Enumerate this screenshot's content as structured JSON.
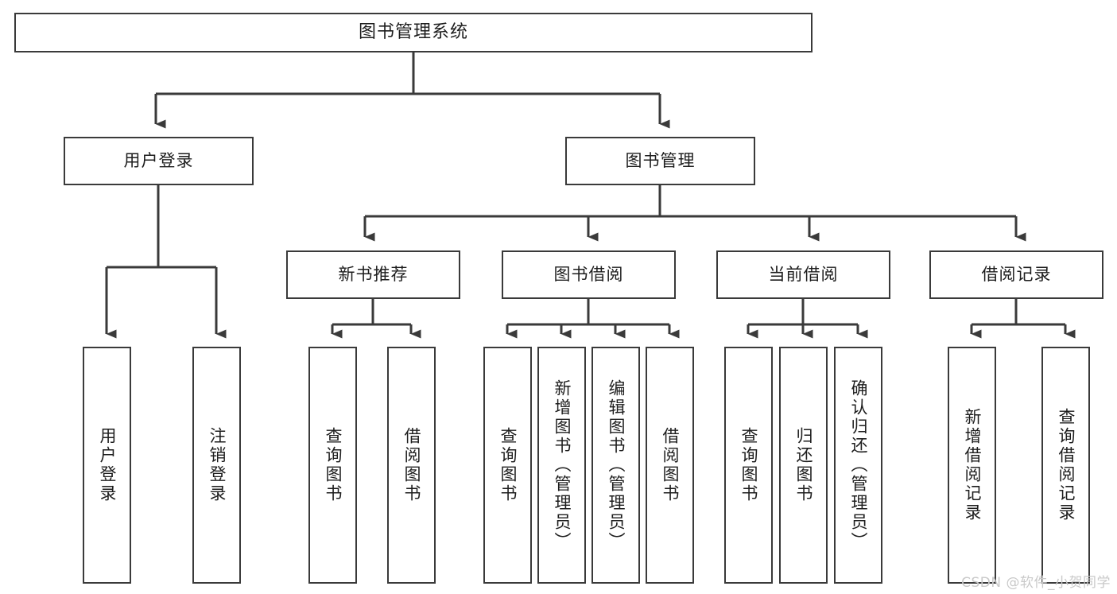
{
  "diagram": {
    "title": "图书管理系统",
    "type": "功能结构图",
    "root": {
      "label": "图书管理系统"
    },
    "level1": [
      {
        "label": "用户登录"
      },
      {
        "label": "图书管理"
      }
    ],
    "level2": [
      {
        "label": "新书推荐"
      },
      {
        "label": "图书借阅"
      },
      {
        "label": "当前借阅"
      },
      {
        "label": "借阅记录"
      }
    ],
    "leaves": {
      "user_login": [
        {
          "label": "用户登录"
        },
        {
          "label": "注销登录"
        }
      ],
      "new_book_recommend": [
        {
          "label": "查询图书"
        },
        {
          "label": "借阅图书"
        }
      ],
      "book_borrow": [
        {
          "label": "查询图书"
        },
        {
          "label": "新增图书（管理员）"
        },
        {
          "label": "编辑图书（管理员）"
        },
        {
          "label": "借阅图书"
        }
      ],
      "current_borrow": [
        {
          "label": "查询图书"
        },
        {
          "label": "归还图书"
        },
        {
          "label": "确认归还（管理员）"
        }
      ],
      "borrow_record": [
        {
          "label": "新增借阅记录"
        },
        {
          "label": "查询借阅记录"
        }
      ]
    },
    "watermark": "CSDN @软件_小贺同学",
    "colors": {
      "stroke": "#3a3a3a",
      "background": "#ffffff",
      "text": "#1d1d1d",
      "watermark": "#c9c9c9"
    }
  }
}
